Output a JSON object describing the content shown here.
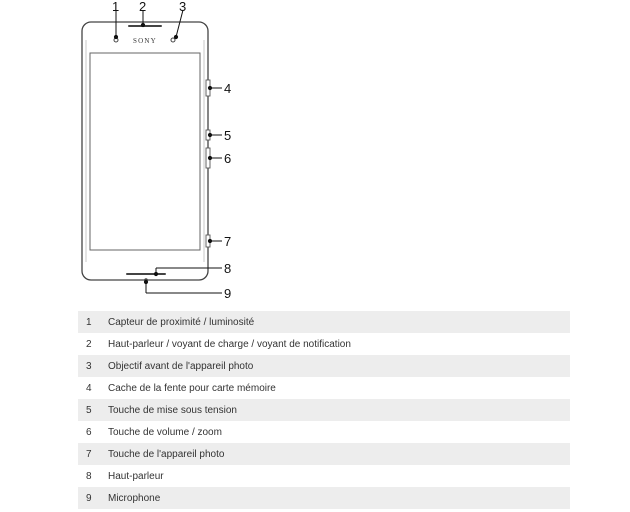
{
  "diagram": {
    "brand": "SONY",
    "callouts": [
      "1",
      "2",
      "3",
      "4",
      "5",
      "6",
      "7",
      "8",
      "9"
    ]
  },
  "legend": [
    {
      "num": "1",
      "text": "Capteur de proximité / luminosité"
    },
    {
      "num": "2",
      "text": "Haut-parleur / voyant de charge / voyant de notification"
    },
    {
      "num": "3",
      "text": "Objectif avant de l'appareil photo"
    },
    {
      "num": "4",
      "text": "Cache de la fente pour carte mémoire"
    },
    {
      "num": "5",
      "text": "Touche de mise sous tension"
    },
    {
      "num": "6",
      "text": "Touche de volume / zoom"
    },
    {
      "num": "7",
      "text": "Touche de l'appareil photo"
    },
    {
      "num": "8",
      "text": "Haut-parleur"
    },
    {
      "num": "9",
      "text": "Microphone"
    }
  ]
}
